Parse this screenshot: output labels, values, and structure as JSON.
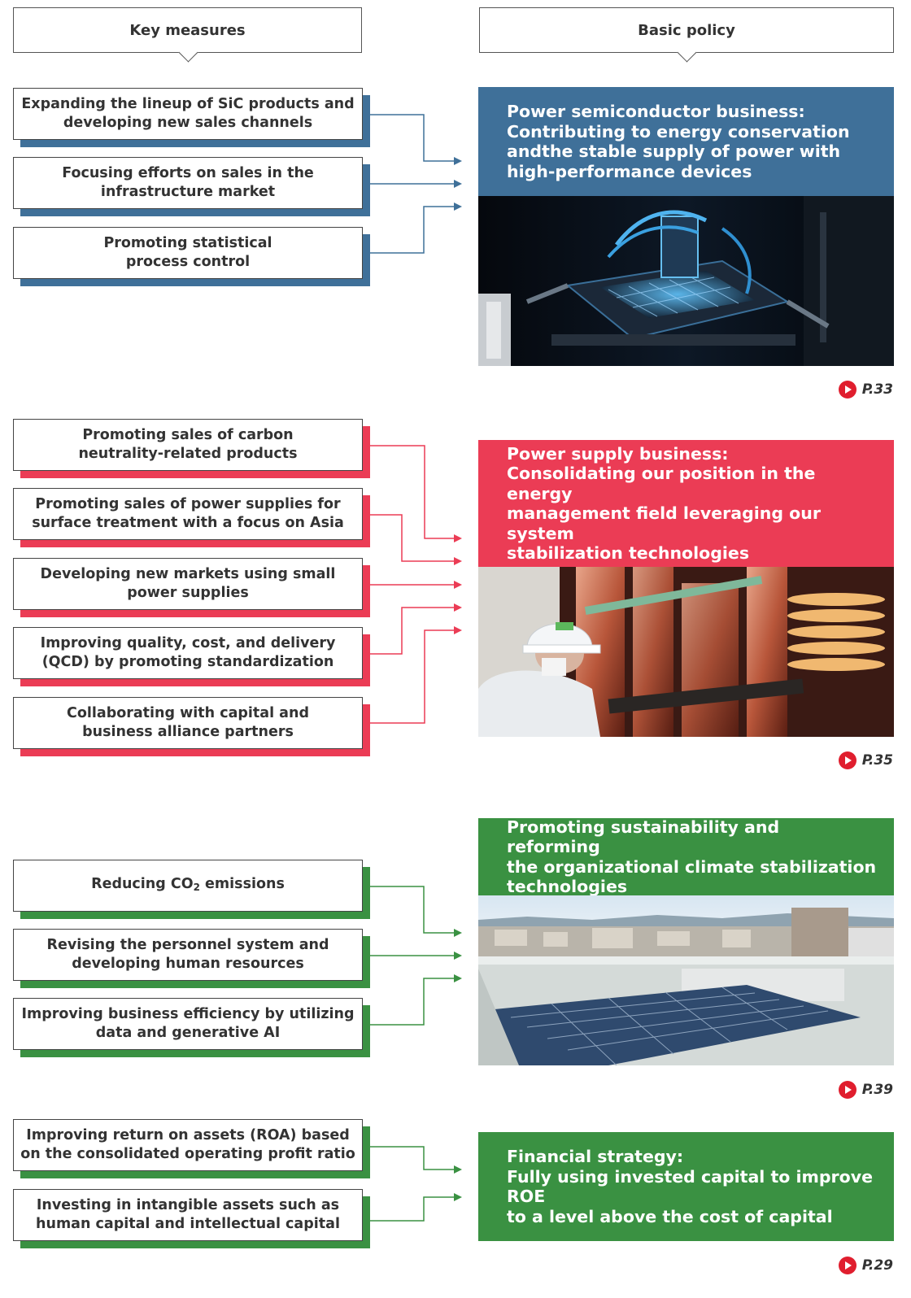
{
  "headers": {
    "key_measures": "Key measures",
    "basic_policy": "Basic policy"
  },
  "colors": {
    "blue": "#3f7099",
    "red": "#eb3c55",
    "green": "#3a9142",
    "ref_icon": "#e01e2e"
  },
  "sections": [
    {
      "policy_title": "Power semiconductor business:",
      "policy_lines": [
        "Contributing to energy conservation",
        "andthe stable supply of power with",
        "high-performance devices"
      ],
      "page_ref": "P.33",
      "measures": [
        [
          "Expanding the lineup of SiC products and",
          "developing new sales channels"
        ],
        [
          "Focusing efforts on sales in the",
          "infrastructure market"
        ],
        [
          "Promoting statistical",
          "process control"
        ]
      ]
    },
    {
      "policy_title": "Power supply business:",
      "policy_lines": [
        "Consolidating our position in the energy",
        "management field leveraging our system",
        "stabilization technologies"
      ],
      "page_ref": "P.35",
      "measures": [
        [
          "Promoting sales of carbon",
          "neutrality-related products"
        ],
        [
          "Promoting sales of power supplies for",
          "surface treatment with a focus on Asia"
        ],
        [
          "Developing new markets using small",
          "power supplies"
        ],
        [
          "Improving quality, cost, and delivery",
          "(QCD) by promoting standardization"
        ],
        [
          "Collaborating with capital and",
          "business alliance partners"
        ]
      ]
    },
    {
      "policy_lines": [
        "Promoting sustainability and reforming",
        "the organizational climate stabilization",
        "technologies"
      ],
      "page_ref": "P.39",
      "measures": [
        {
          "pre": "Reducing CO",
          "sub": "2",
          "post": " emissions"
        },
        [
          "Revising the personnel system and",
          "developing human resources"
        ],
        [
          "Improving business efficiency by utilizing",
          "data and generative AI"
        ]
      ]
    },
    {
      "policy_title": "Financial strategy:",
      "policy_lines": [
        "Fully using invested capital to improve ROE",
        "to a level above the cost of capital"
      ],
      "page_ref": "P.29",
      "measures": [
        [
          "Improving return on assets (ROA) based",
          "on the consolidated operating profit ratio"
        ],
        [
          "Investing in intangible assets such as",
          "human capital and intellectual capital"
        ]
      ]
    }
  ]
}
